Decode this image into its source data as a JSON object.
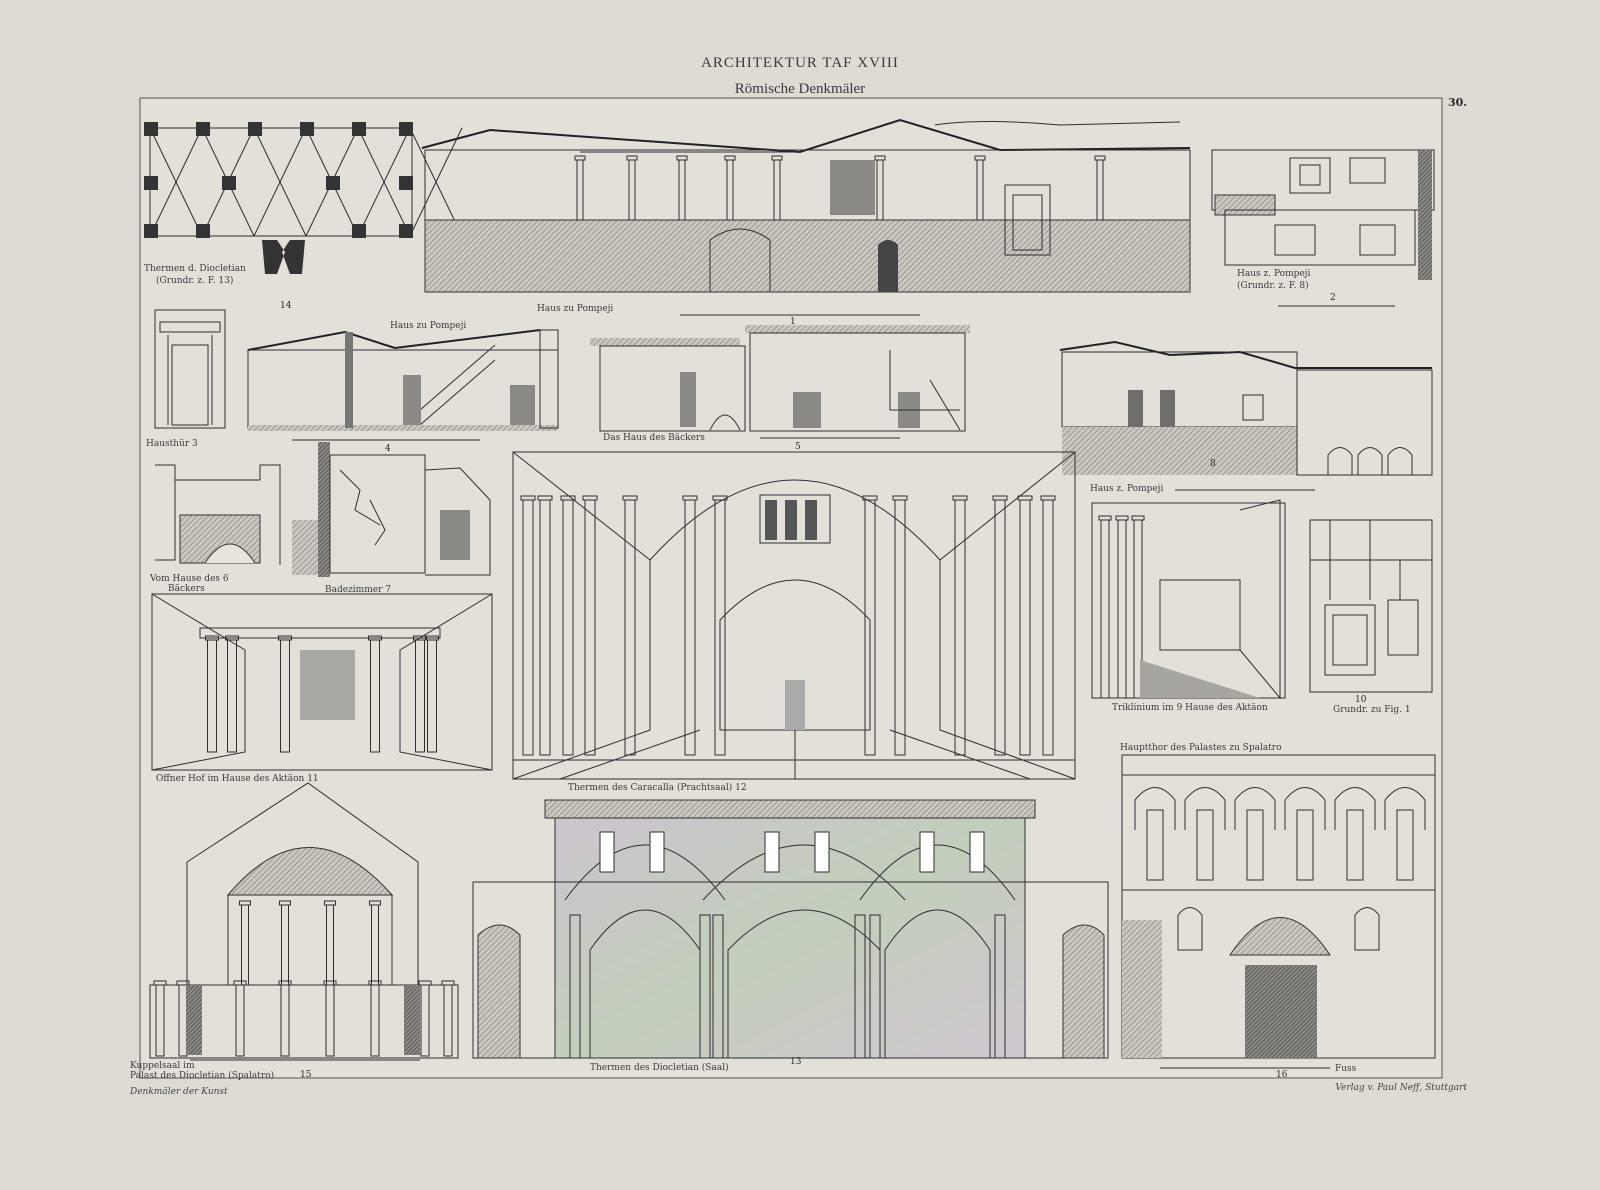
{
  "plate": {
    "title": "ARCHITEKTUR TAF XVIII",
    "subtitle": "Römische Denkmäler",
    "page_number": "30.",
    "footer_left": "Denkmäler der Kunst",
    "footer_right": "Verlag v. Paul Neff, Stuttgart"
  },
  "figures": [
    {
      "number": "14",
      "caption": "Thermen d. Diocletian",
      "caption2": "(Grundr. z. F. 13)"
    },
    {
      "number": "1",
      "caption": "Haus zu Pompeji"
    },
    {
      "number": "2",
      "caption": "Haus z. Pompeji",
      "caption2": "(Grundr. z. F. 8)"
    },
    {
      "number": "3",
      "caption": "Hausthür"
    },
    {
      "number": "4",
      "caption": "Haus zu Pompeji"
    },
    {
      "number": "5",
      "caption": "Das Haus des Bäckers"
    },
    {
      "number": "8",
      "caption": "Haus z. Pompeji"
    },
    {
      "number": "6",
      "caption": "Vom Hause des",
      "caption2": "Bäckers"
    },
    {
      "number": "7",
      "caption": "Badezimmer"
    },
    {
      "number": "11",
      "caption": "Offner Hof im Hause des Aktäon"
    },
    {
      "number": "12",
      "caption": "Thermen des Caracalla (Prachtsaal)"
    },
    {
      "number": "9",
      "caption": "Triklinium im",
      "caption2": "Hause des Aktäon"
    },
    {
      "number": "10",
      "caption": "Grundr. zu Fig. 1"
    },
    {
      "number": "16",
      "caption": "Hauptthor des Palastes zu Spalatro",
      "scale_unit": "Fuss"
    },
    {
      "number": "15",
      "caption": "Kuppelsaal im",
      "caption2": "Palast des Diocletian (Spalatro)"
    },
    {
      "number": "13",
      "caption": "Thermen des Diocletian (Saal)"
    }
  ],
  "colors": {
    "paper": "#dddbd4",
    "ink": "#2e2e2e",
    "tint_green": "#8fa88a",
    "tint_purple": "#9d88a8"
  }
}
